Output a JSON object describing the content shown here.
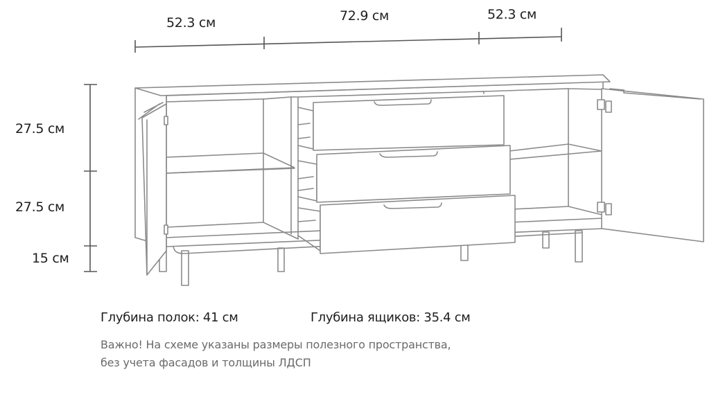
{
  "dimensions": {
    "width_left": "52.3 см",
    "width_center": "72.9 см",
    "width_right": "52.3 см",
    "height_upper": "27.5 см",
    "height_lower": "27.5 см",
    "height_legs": "15 см"
  },
  "depths": {
    "shelves": "Глубина полок: 41 см",
    "drawers": "Глубина ящиков: 35.4 см"
  },
  "note": {
    "line1": "Важно! На схеме указаны размеры полезного пространства,",
    "line2": "без учета фасадов и толщины ЛДСП"
  },
  "colors": {
    "line": "#8a8a8a",
    "dimension": "#555555",
    "text": "#1e1e1e",
    "note": "#6a6a6a"
  }
}
